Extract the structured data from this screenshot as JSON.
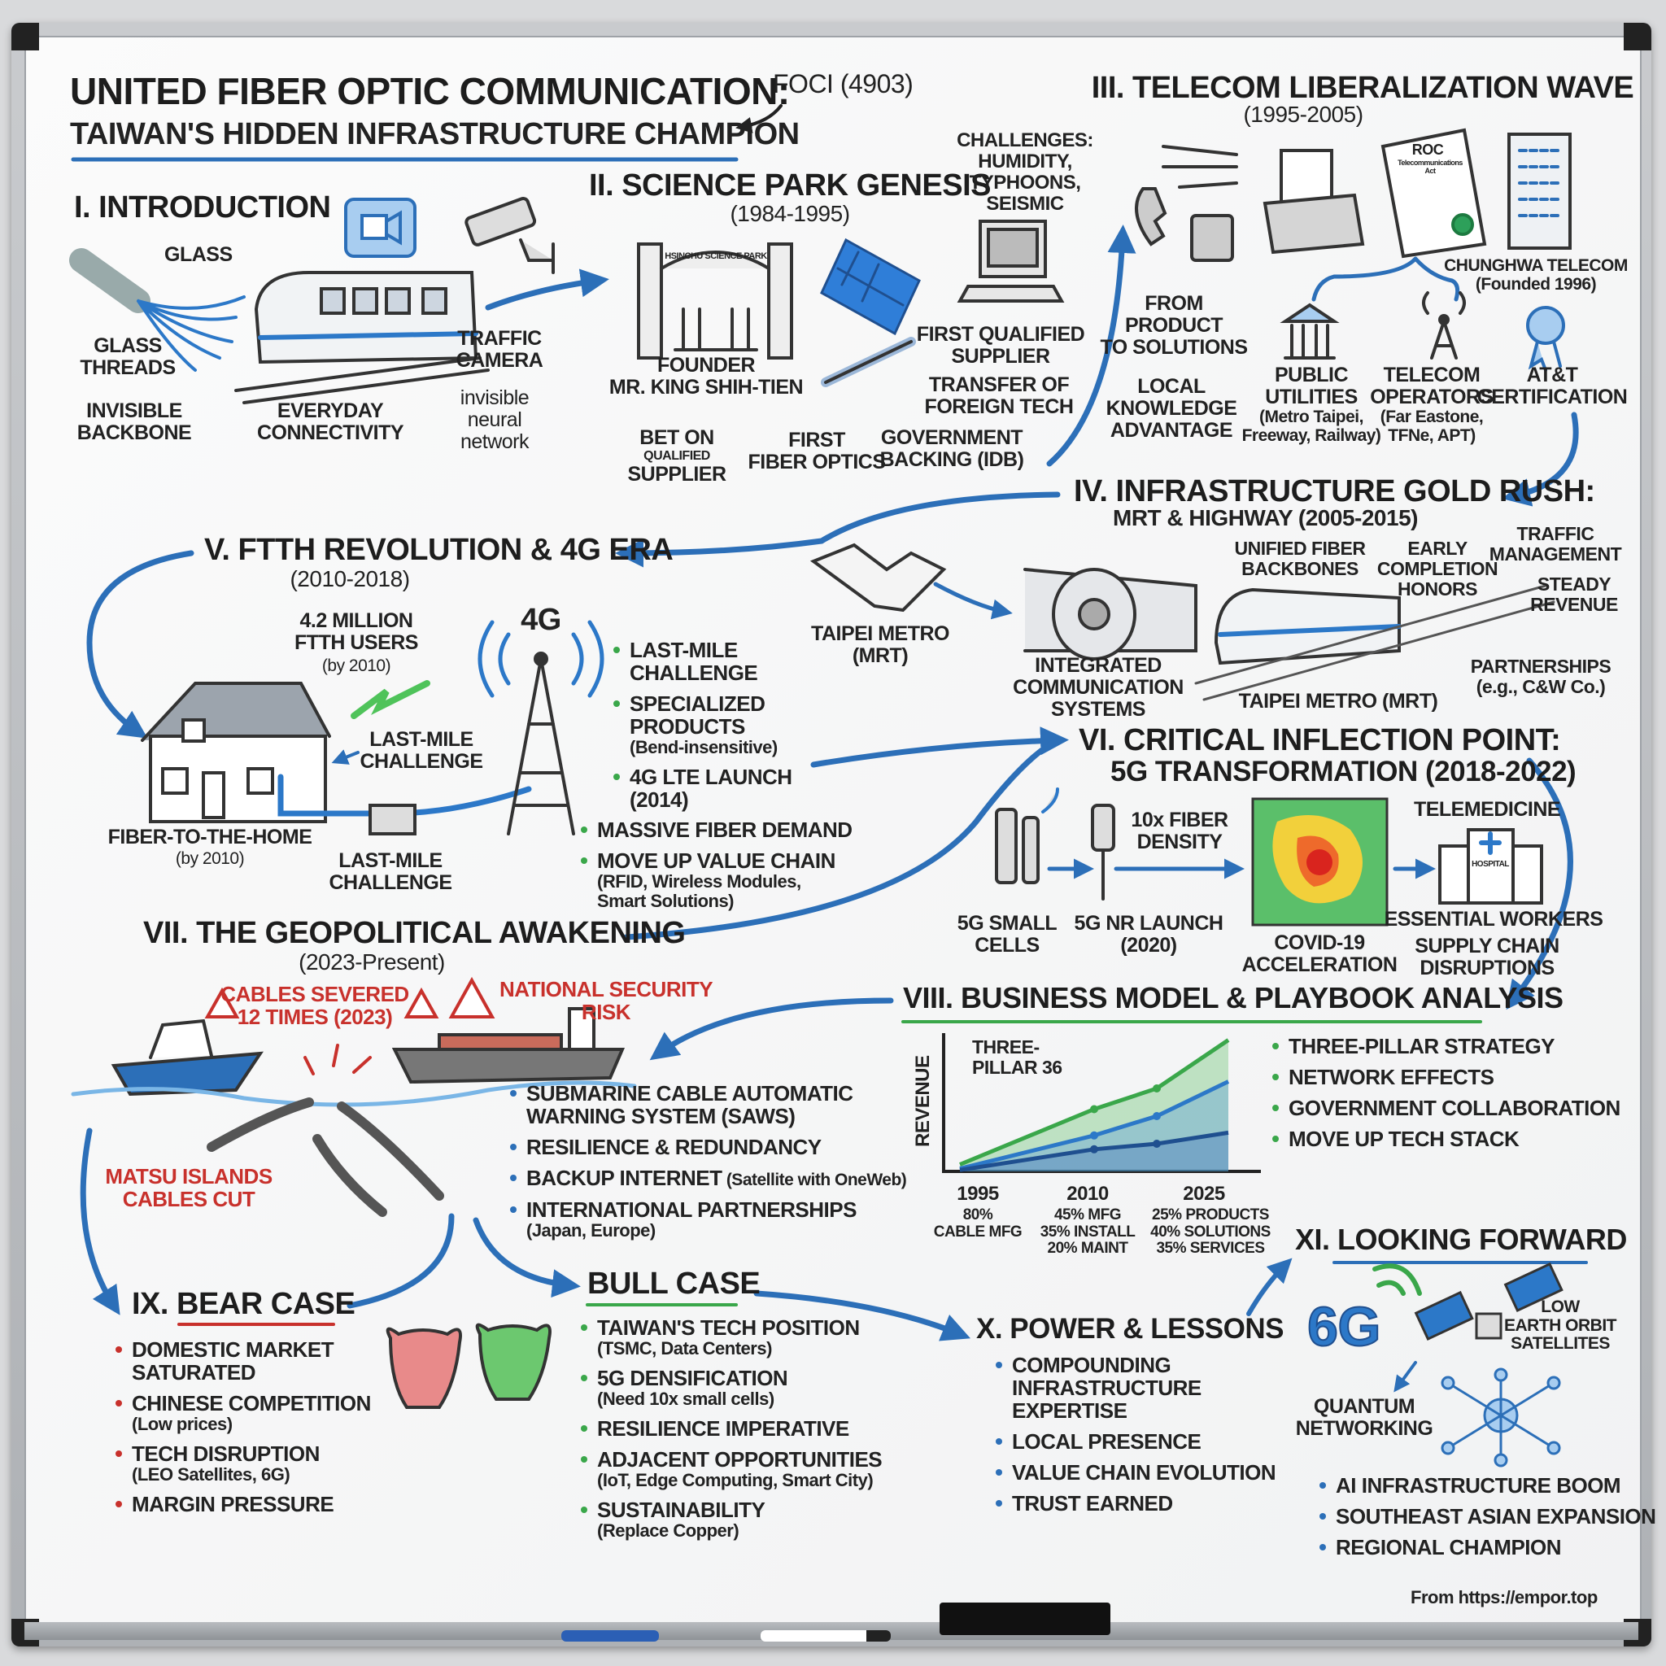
{
  "title": {
    "main": "UNITED FIBER OPTIC COMMUNICATION:",
    "subtitle": "TAIWAN'S HIDDEN INFRASTRUCTURE CHAMPION",
    "ticker": "FOCI (4903)"
  },
  "colors": {
    "accent_blue": "#2c6fb8",
    "accent_green": "#3aa74a",
    "alert_red": "#c8312c",
    "ink": "#222222"
  },
  "s1": {
    "title": "I. INTRODUCTION",
    "glass": "GLASS",
    "glass_threads": "GLASS\nTHREADS",
    "backbone": "INVISIBLE\nBACKBONE",
    "connectivity": "EVERYDAY\nCONNECTIVITY",
    "camera": "TRAFFIC\nCAMERA",
    "neural": "invisible\nneural\nnetwork"
  },
  "s2": {
    "title": "II. SCIENCE PARK GENESIS",
    "years": "(1984-1995)",
    "challenges": "CHALLENGES:\nHUMIDITY,\nTYPHOONS,\nSEISMIC",
    "gate_sign": "HSINCHU SCIENCE PARK",
    "founder": "FOUNDER\nMR. KING SHIH-TIEN",
    "bet_on": "BET ON",
    "bet_qualified": "QUALIFIED",
    "bet_supplier": "SUPPLIER",
    "first_fiber": "FIRST\nFIBER OPTICS",
    "gov": "GOVERNMENT\nBACKING (IDB)",
    "first_supplier": "FIRST QUALIFIED\nSUPPLIER",
    "transfer": "TRANSFER OF\nFOREIGN TECH"
  },
  "s3": {
    "title": "III. TELECOM LIBERALIZATION WAVE",
    "years": "(1995-2005)",
    "doc": "ROC",
    "doc_sub": "Telecommunications\nAct",
    "chunghwa": "CHUNGHWA TELECOM\n(Founded 1996)",
    "from_product": "FROM\nPRODUCT\nTO SOLUTIONS",
    "local": "LOCAL\nKNOWLEDGE\nADVANTAGE",
    "utilities": "PUBLIC\nUTILITIES",
    "utilities_note": "(Metro Taipei,\nFreeway, Railway)",
    "operators": "TELECOM\nOPERATORS",
    "operators_note": "(Far Eastone,\nTFNe, APT)",
    "att": "AT&T\nCERTIFICATION"
  },
  "s4": {
    "title": "IV. INFRASTRUCTURE GOLD RUSH:",
    "title2": "MRT & HIGHWAY (2005-2015)",
    "metro_hand": "TAIPEI METRO\n(MRT)",
    "integrated": "INTEGRATED\nCOMMUNICATION\nSYSTEMS",
    "unified": "UNIFIED FIBER\nBACKBONES",
    "early": "EARLY\nCOMPLETION\nHONORS",
    "traffic": "TRAFFIC\nMANAGEMENT",
    "steady": "STEADY\nREVENUE",
    "partners": "PARTNERSHIPS\n(e.g., C&W Co.)",
    "metro": "TAIPEI METRO (MRT)"
  },
  "s5": {
    "title": "V. FTTH REVOLUTION & 4G ERA",
    "years": "(2010-2018)",
    "users": "4.2 MILLION\nFTTH USERS",
    "users_note": "(by 2010)",
    "g4": "4G",
    "lastmile1": "LAST-MILE\nCHALLENGE",
    "ftth": "FIBER-TO-THE-HOME",
    "ftth_note": "(by 2010)",
    "lastmile2": "LAST-MILE\nCHALLENGE",
    "bullets_a": [
      {
        "text": "LAST-MILE\nCHALLENGE"
      },
      {
        "text": "SPECIALIZED\nPRODUCTS",
        "note": "(Bend-insensitive)"
      },
      {
        "text": "4G LTE LAUNCH\n(2014)"
      }
    ],
    "bullets_b": [
      {
        "text": "MASSIVE FIBER DEMAND"
      },
      {
        "text": "MOVE UP VALUE CHAIN",
        "note": "(RFID, Wireless Modules,\nSmart Solutions)"
      }
    ]
  },
  "s6": {
    "title": "VI. CRITICAL INFLECTION POINT:",
    "title2": "5G TRANSFORMATION (2018-2022)",
    "density": "10x FIBER\nDENSITY",
    "telemed": "TELEMEDICINE",
    "hospital": "HOSPITAL",
    "small_cells": "5G SMALL\nCELLS",
    "nr": "5G NR LAUNCH\n(2020)",
    "covid": "COVID-19\nACCELERATION",
    "workers": "ESSENTIAL WORKERS",
    "supply": "SUPPLY CHAIN\nDISRUPTIONS"
  },
  "s7": {
    "title": "VII. THE GEOPOLITICAL AWAKENING",
    "years": "(2023-Present)",
    "severed": "CABLES SEVERED\n12 TIMES (2023)",
    "risk": "NATIONAL SECURITY\nRISK",
    "matsu": "MATSU ISLANDS\nCABLES CUT",
    "bullets": [
      {
        "text": "SUBMARINE CABLE AUTOMATIC\nWARNING SYSTEM (SAWS)"
      },
      {
        "text": "RESILIENCE & REDUNDANCY"
      },
      {
        "text": "BACKUP INTERNET",
        "inline": "(Satellite with OneWeb)"
      },
      {
        "text": "INTERNATIONAL PARTNERSHIPS",
        "note": "(Japan, Europe)"
      }
    ]
  },
  "s8": {
    "title": "VIII. BUSINESS MODEL & PLAYBOOK ANALYSIS",
    "bullets": [
      {
        "text": "THREE-PILLAR STRATEGY"
      },
      {
        "text": "NETWORK EFFECTS"
      },
      {
        "text": "GOVERNMENT COLLABORATION"
      },
      {
        "text": "MOVE UP TECH STACK"
      }
    ]
  },
  "chart_data": {
    "type": "area",
    "ylabel": "REVENUE",
    "annotation": "THREE-\nPILLAR 36",
    "x": [
      1995,
      2010,
      2017,
      2025
    ],
    "tick_labels": [
      "1995",
      "2010",
      "2025"
    ],
    "tick_notes": [
      "80%\nCABLE MFG",
      "45% MFG\n35% INSTALL\n20% MAINT",
      "25% PRODUCTS\n40% SOLUTIONS\n35% SERVICES"
    ],
    "series": [
      {
        "color": "#3aa74a",
        "values": [
          0.5,
          4.5,
          6.0,
          9.5
        ]
      },
      {
        "color": "#2c78c8",
        "values": [
          0.2,
          2.6,
          4.0,
          6.5
        ]
      },
      {
        "color": "#1f4f8f",
        "values": [
          0.1,
          1.6,
          2.0,
          2.8
        ]
      }
    ],
    "grid": false
  },
  "s9": {
    "title": "IX. BEAR CASE",
    "bullets": [
      {
        "text": "DOMESTIC MARKET\nSATURATED"
      },
      {
        "text": "CHINESE COMPETITION",
        "note": "(Low prices)"
      },
      {
        "text": "TECH DISRUPTION",
        "note": "(LEO Satellites, 6G)"
      },
      {
        "text": "MARGIN PRESSURE"
      }
    ]
  },
  "bull": {
    "title": "BULL CASE",
    "bullets": [
      {
        "text": "TAIWAN'S TECH POSITION",
        "note": "(TSMC, Data Centers)"
      },
      {
        "text": "5G DENSIFICATION",
        "note": "(Need 10x small cells)"
      },
      {
        "text": "RESILIENCE IMPERATIVE"
      },
      {
        "text": "ADJACENT OPPORTUNITIES",
        "note": "(IoT, Edge Computing, Smart City)"
      },
      {
        "text": "SUSTAINABILITY",
        "note": "(Replace Copper)"
      }
    ]
  },
  "s10": {
    "title": "X. POWER & LESSONS",
    "bullets": [
      {
        "text": "COMPOUNDING\nINFRASTRUCTURE\nEXPERTISE"
      },
      {
        "text": "LOCAL PRESENCE"
      },
      {
        "text": "VALUE CHAIN EVOLUTION"
      },
      {
        "text": "TRUST EARNED"
      }
    ]
  },
  "s11": {
    "title": "XI. LOOKING FORWARD",
    "g6": "6G",
    "leo": "LOW\nEARTH ORBIT\nSATELLITES",
    "quantum": "QUANTUM\nNETWORKING",
    "bullets": [
      {
        "text": "AI INFRASTRUCTURE BOOM"
      },
      {
        "text": "SOUTHEAST ASIAN EXPANSION"
      },
      {
        "text": "REGIONAL CHAMPION"
      }
    ]
  },
  "footer": {
    "source": "From https://empor.top"
  }
}
